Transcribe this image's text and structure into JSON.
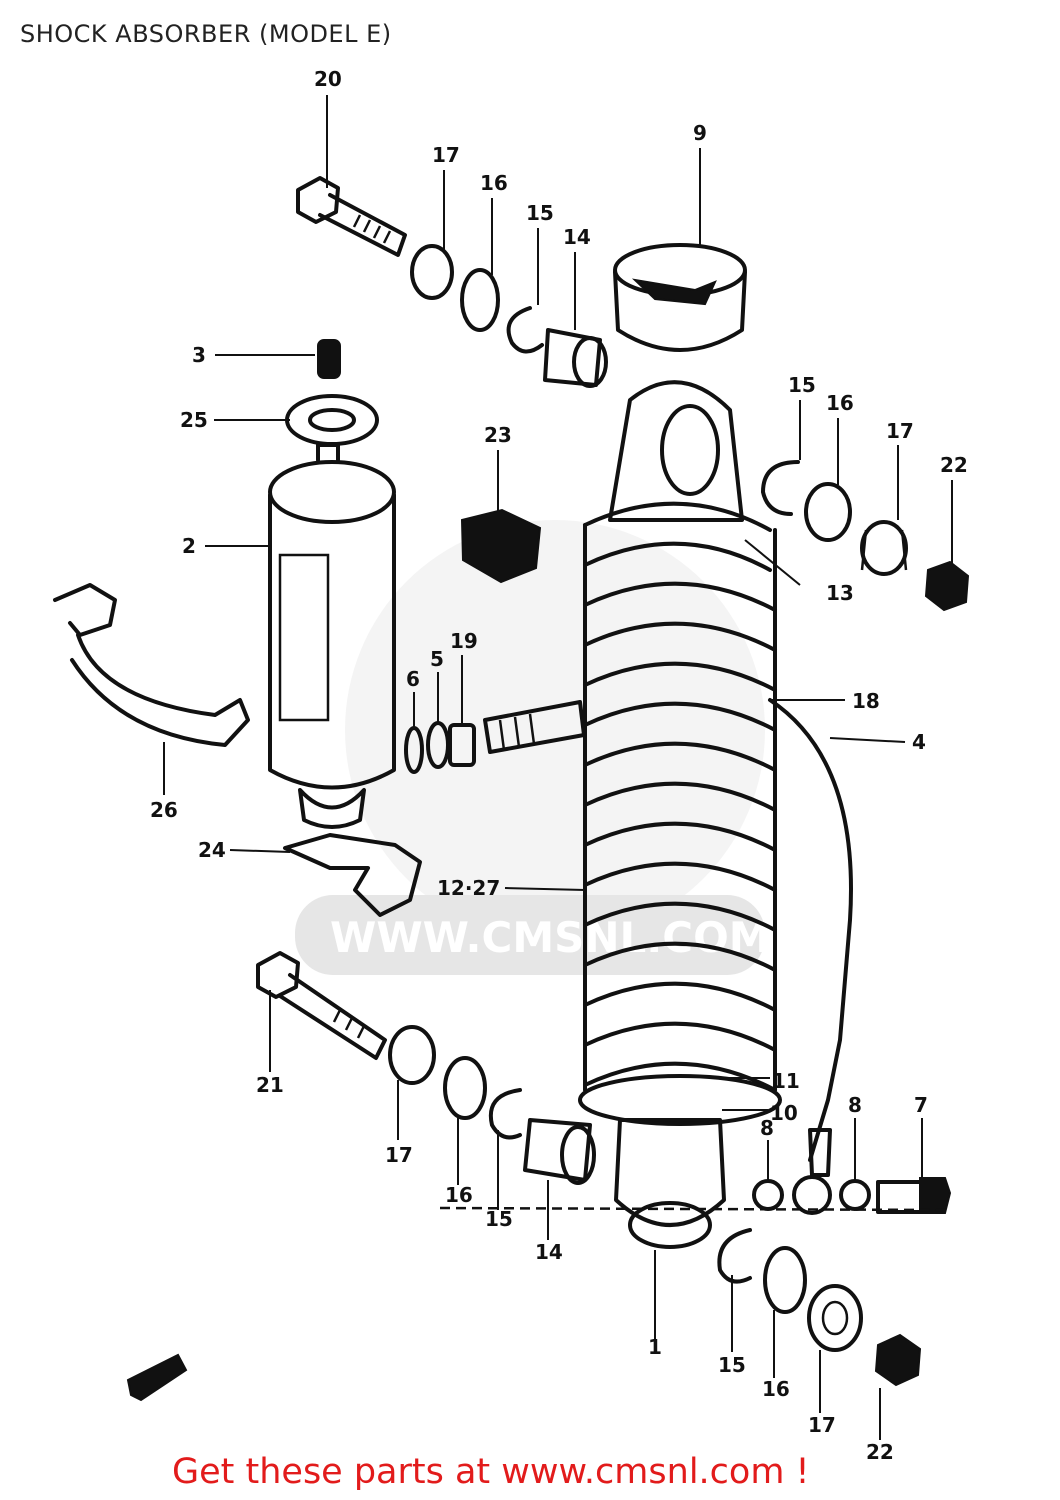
{
  "title": "SHOCK ABSORBER (MODEL E)",
  "footer": "Get these parts at www.cmsnl.com !",
  "watermark": "WWW.CMSNL.COM",
  "colors": {
    "footer": "#e21b1b",
    "ink": "#111111",
    "watermark": "#e6e6e6"
  },
  "callouts": {
    "c20": "20",
    "c17a": "17",
    "c16a": "16",
    "c15a": "15",
    "c14a": "14",
    "c9": "9",
    "c3": "3",
    "c25": "25",
    "c23": "23",
    "c15b": "15",
    "c16b": "16",
    "c17b": "17",
    "c22a": "22",
    "c2": "2",
    "c13": "13",
    "c6": "6",
    "c5": "5",
    "c19": "19",
    "c18": "18",
    "c4": "4",
    "c26": "26",
    "c24": "24",
    "c1227": "12·27",
    "c21": "21",
    "c11": "11",
    "c10": "10",
    "c8a": "8",
    "c7": "7",
    "c8b": "8",
    "c17c": "17",
    "c16c": "16",
    "c15c": "15",
    "c14b": "14",
    "c1": "1",
    "c15d": "15",
    "c16d": "16",
    "c17d": "17",
    "c22b": "22"
  }
}
